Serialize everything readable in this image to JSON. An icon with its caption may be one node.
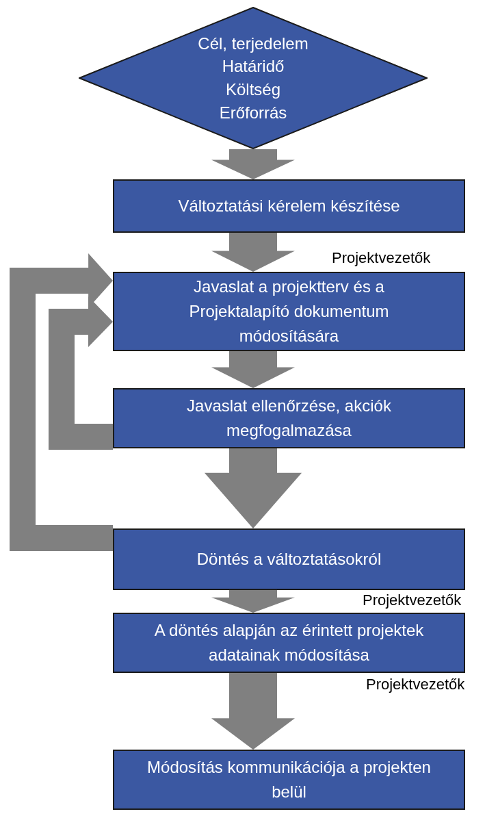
{
  "diagram": {
    "nodes": [
      {
        "text": [
          "Cél, terjedelem Határidő Költség Erőforrás"
        ]
      },
      {
        "text": [
          "Változtatási kérelem készítése"
        ]
      },
      {
        "text": [
          "Javaslat a projektterv és a Projektalapító dokumentum módosítására"
        ]
      },
      {
        "text": [
          "Javaslat ellenőrzése, akciók megfogalmazása"
        ]
      },
      {
        "text": [
          "Döntés a változtatásokról"
        ]
      },
      {
        "text": [
          "A döntés alapján az érintett projektek adatainak módosítása"
        ]
      },
      {
        "text": [
          "Módosítás kommunikációja a projekten belül"
        ]
      }
    ],
    "edges": [
      {
        "from": 0,
        "to": 1,
        "arrow": "to"
      },
      {
        "from": 1,
        "to": 2,
        "arrow": "to"
      },
      {
        "from": 2,
        "to": 3,
        "arrow": "to"
      },
      {
        "from": 3,
        "to": 4,
        "arrow": "to"
      },
      {
        "from": 4,
        "to": 5,
        "arrow": "to"
      },
      {
        "from": 5,
        "to": 6,
        "arrow": "to"
      },
      {
        "from": 3,
        "to": 2,
        "arrow": "to"
      },
      {
        "from": 4,
        "to": 2,
        "arrow": "to"
      }
    ],
    "labels": [
      "Projektvezetők",
      "Projektvezetők",
      "Projektvezetők"
    ]
  }
}
